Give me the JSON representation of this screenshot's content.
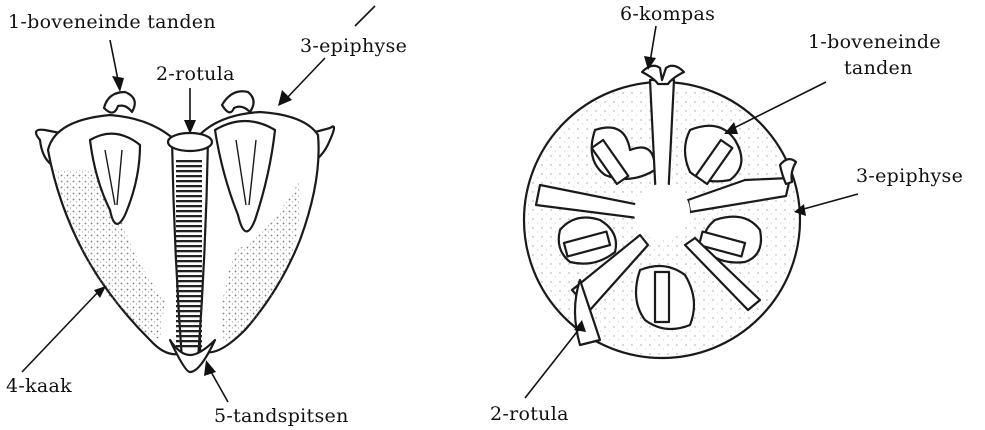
{
  "left_figure": {
    "labels": {
      "teeth_top": "1-boveneinde tanden",
      "rotula": "2-rotula",
      "epiphyse": "3-epiphyse",
      "kaak": "4-kaak",
      "tandspitsen": "5-tandspitsen"
    }
  },
  "right_figure": {
    "labels": {
      "kompas": "6-kompas",
      "teeth_top_line1": "1-boveneinde",
      "teeth_top_line2": "tanden",
      "epiphyse": "3-epiphyse",
      "rotula": "2-rotula"
    }
  },
  "colors": {
    "ink": "#111111",
    "shading": "#6b6b6b",
    "background": "#ffffff"
  }
}
